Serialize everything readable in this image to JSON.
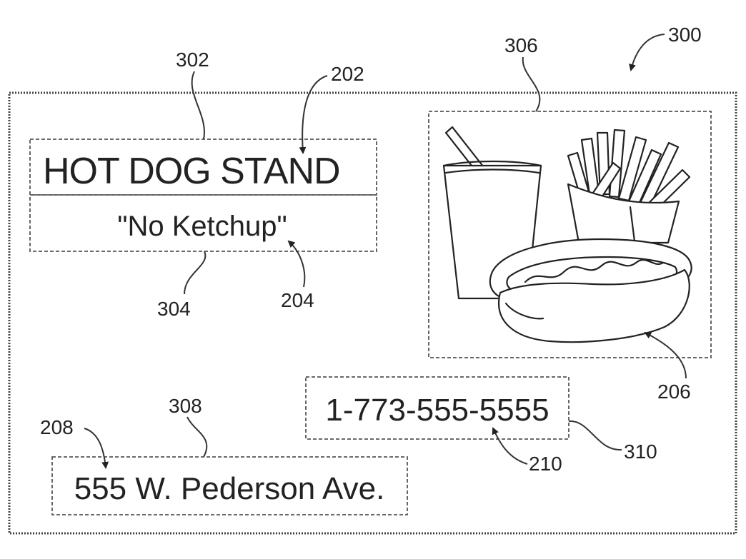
{
  "figure": {
    "number": "300",
    "boxes": {
      "title": {
        "text": "HOT DOG STAND"
      },
      "subtitle": {
        "text": "\"No Ketchup\""
      },
      "phone": {
        "text": "1-773-555-5555"
      },
      "address": {
        "text": "555 W. Pederson Ave."
      }
    },
    "refs": {
      "r302": "302",
      "r202": "202",
      "r304": "304",
      "r204": "204",
      "r306": "306",
      "r206": "206",
      "r310": "310",
      "r210": "210",
      "r308": "308",
      "r208": "208"
    }
  }
}
